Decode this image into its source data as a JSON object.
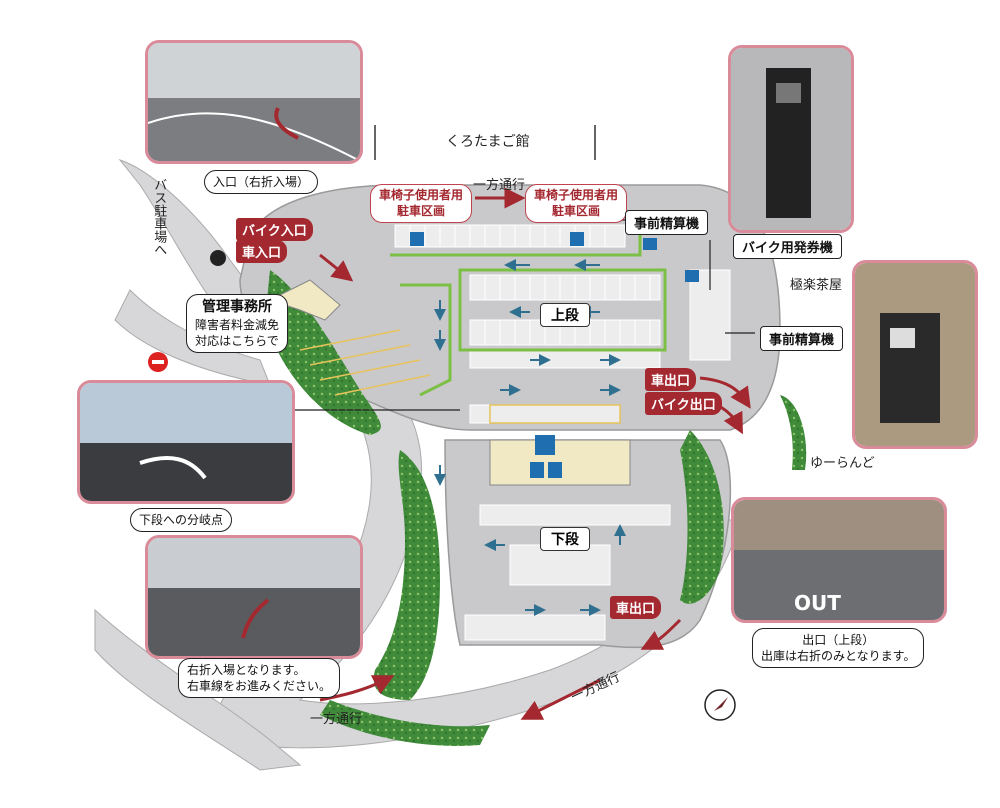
{
  "labels": {
    "building_top": "くろたまご館",
    "one_way_top": "一方通行",
    "wheelchair_left": "車椅子使用者用\n駐車区画",
    "wheelchair_right": "車椅子使用者用\n駐車区画",
    "prepay_top": "事前精算機",
    "bike_ticket": "バイク用発券機",
    "gokuraku": "極楽茶屋",
    "prepay_right": "事前精算機",
    "bike_entrance": "バイク入口",
    "car_entrance": "車入口",
    "office_title": "管理事務所",
    "office_sub": "障害者料金減免\n対応はこちらで",
    "upper": "上段",
    "lower": "下段",
    "car_exit_upper": "車出口",
    "bike_exit": "バイク出口",
    "car_exit_lower": "車出口",
    "yuurando": "ゆーらんど",
    "bus_parking": "バス駐車場へ",
    "one_way_bottom_left": "一方通行",
    "one_way_bottom_right": "一方通行"
  },
  "captions": {
    "entrance": "入口（右折入場）",
    "branch": "下段への分岐点",
    "right_turn": "右折入場となります。\n右車線をお進みください。",
    "exit": "出口（上段）\n出庫は右折のみとなります。"
  },
  "photo_text": {
    "exit_road": "OUT"
  },
  "colors": {
    "accent_red": "#a4282f",
    "photo_border": "#d98b99",
    "road": "#d7d7d9",
    "lot": "#c9c9cc",
    "green": "#3d8a3a",
    "arrow": "#2f6f8f"
  }
}
